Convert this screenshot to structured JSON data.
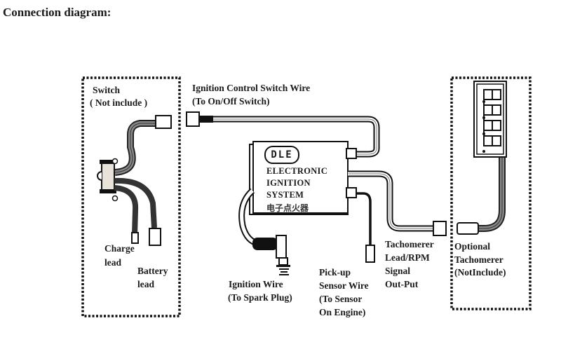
{
  "title": "Connection diagram:",
  "switch_box": {
    "label_line1": "Switch",
    "label_line2": "( Not include )",
    "charge_lead": [
      "Charge",
      "lead"
    ],
    "battery_lead": [
      "Battery",
      "lead"
    ]
  },
  "ignition_control": {
    "line1": "Ignition Control Switch Wire",
    "line2": "(To On/Off Switch)"
  },
  "ignition_module": {
    "logo": "DLE",
    "line1": "ELECTRONIC",
    "line2": "IGNITION",
    "line3": "SYSTEM",
    "chinese": "电子点火器"
  },
  "ignition_wire": {
    "line1": "Ignition Wire",
    "line2": "(To Spark Plug)"
  },
  "pickup_sensor": {
    "lines": [
      "Pick-up",
      "Sensor Wire",
      "(To Sensor",
      "On Engine)"
    ]
  },
  "tach_lead": {
    "lines": [
      "Tachomerer",
      "Lead/RPM",
      "Signal",
      "Out-Put"
    ]
  },
  "optional_tach": {
    "lines": [
      "Optional",
      "Tachomerer",
      "(NotInclude)"
    ]
  }
}
